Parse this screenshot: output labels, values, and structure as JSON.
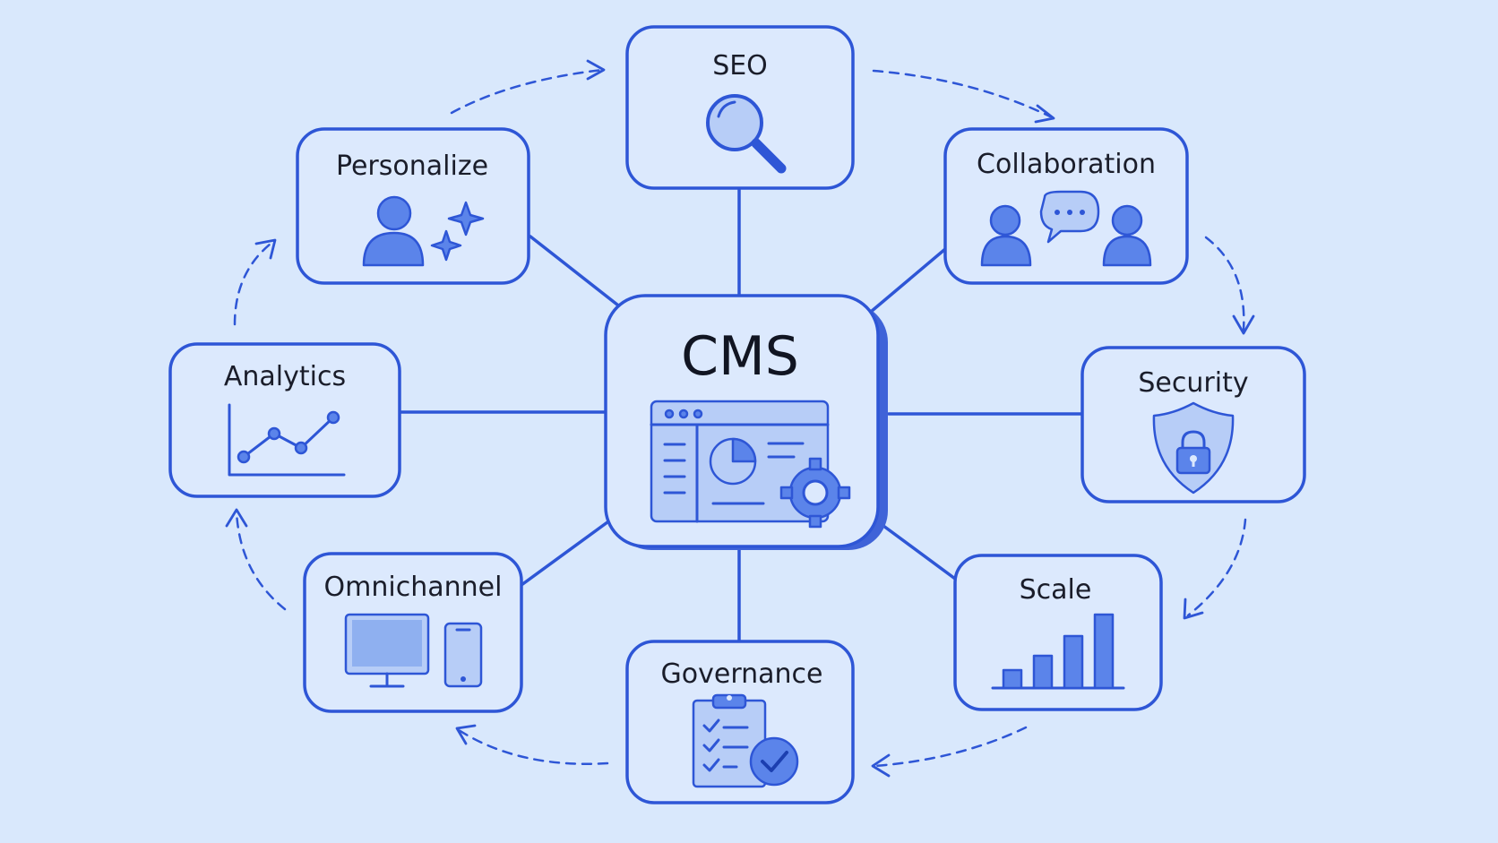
{
  "diagram": {
    "center": {
      "label": "CMS",
      "icon": "dashboard-gear-icon"
    },
    "nodes": {
      "seo": {
        "label": "SEO",
        "icon": "magnifier-icon"
      },
      "collaboration": {
        "label": "Collaboration",
        "icon": "people-chat-icon"
      },
      "security": {
        "label": "Security",
        "icon": "shield-lock-icon"
      },
      "scale": {
        "label": "Scale",
        "icon": "bar-chart-icon"
      },
      "governance": {
        "label": "Governance",
        "icon": "clipboard-check-icon"
      },
      "omnichannel": {
        "label": "Omnichannel",
        "icon": "devices-icon"
      },
      "analytics": {
        "label": "Analytics",
        "icon": "line-chart-icon"
      },
      "personalize": {
        "label": "Personalize",
        "icon": "user-sparkle-icon"
      }
    },
    "cycle_order": [
      "Personalize",
      "SEO",
      "Collaboration",
      "Security",
      "Scale",
      "Governance",
      "Omnichannel",
      "Analytics"
    ],
    "colors": {
      "background": "#d9e8fc",
      "stroke": "#2e56d6",
      "text": "#1a1d2a"
    }
  }
}
